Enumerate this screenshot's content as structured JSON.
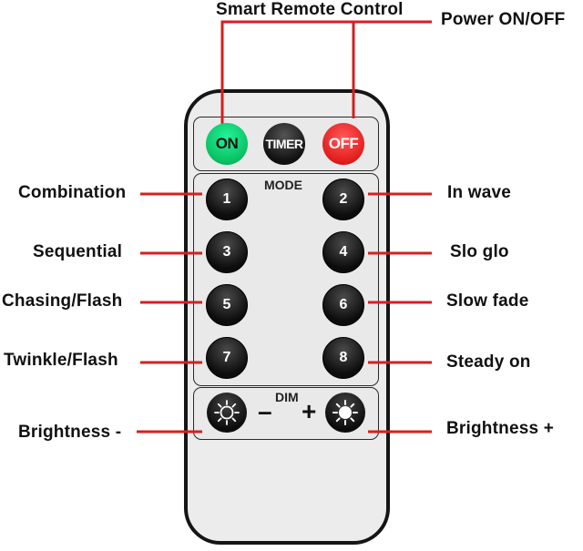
{
  "colors": {
    "on_button": "#0bbf63",
    "off_button": "#e21d1d",
    "key_button": "#0c0c0c",
    "leader_line": "#d42020",
    "remote_body": "#ececec"
  },
  "top_labels": {
    "smart_remote": "Smart Remote Control",
    "power": "Power ON/OFF"
  },
  "buttons": {
    "on": "ON",
    "timer": "TIMER",
    "off": "OFF",
    "mode_caption": "MODE",
    "dim_caption": "DIM",
    "minus": "–",
    "plus": "+",
    "numbers": [
      "1",
      "2",
      "3",
      "4",
      "5",
      "6",
      "7",
      "8"
    ],
    "dim_minus_icon": "sun-outline-icon",
    "dim_plus_icon": "sun-filled-icon"
  },
  "callouts": {
    "left": [
      "Combination",
      "Sequential",
      "Chasing/Flash",
      "Twinkle/Flash",
      "Brightness -"
    ],
    "right": [
      "In wave",
      "Slo glo",
      "Slow fade",
      "Steady on",
      "Brightness +"
    ]
  }
}
